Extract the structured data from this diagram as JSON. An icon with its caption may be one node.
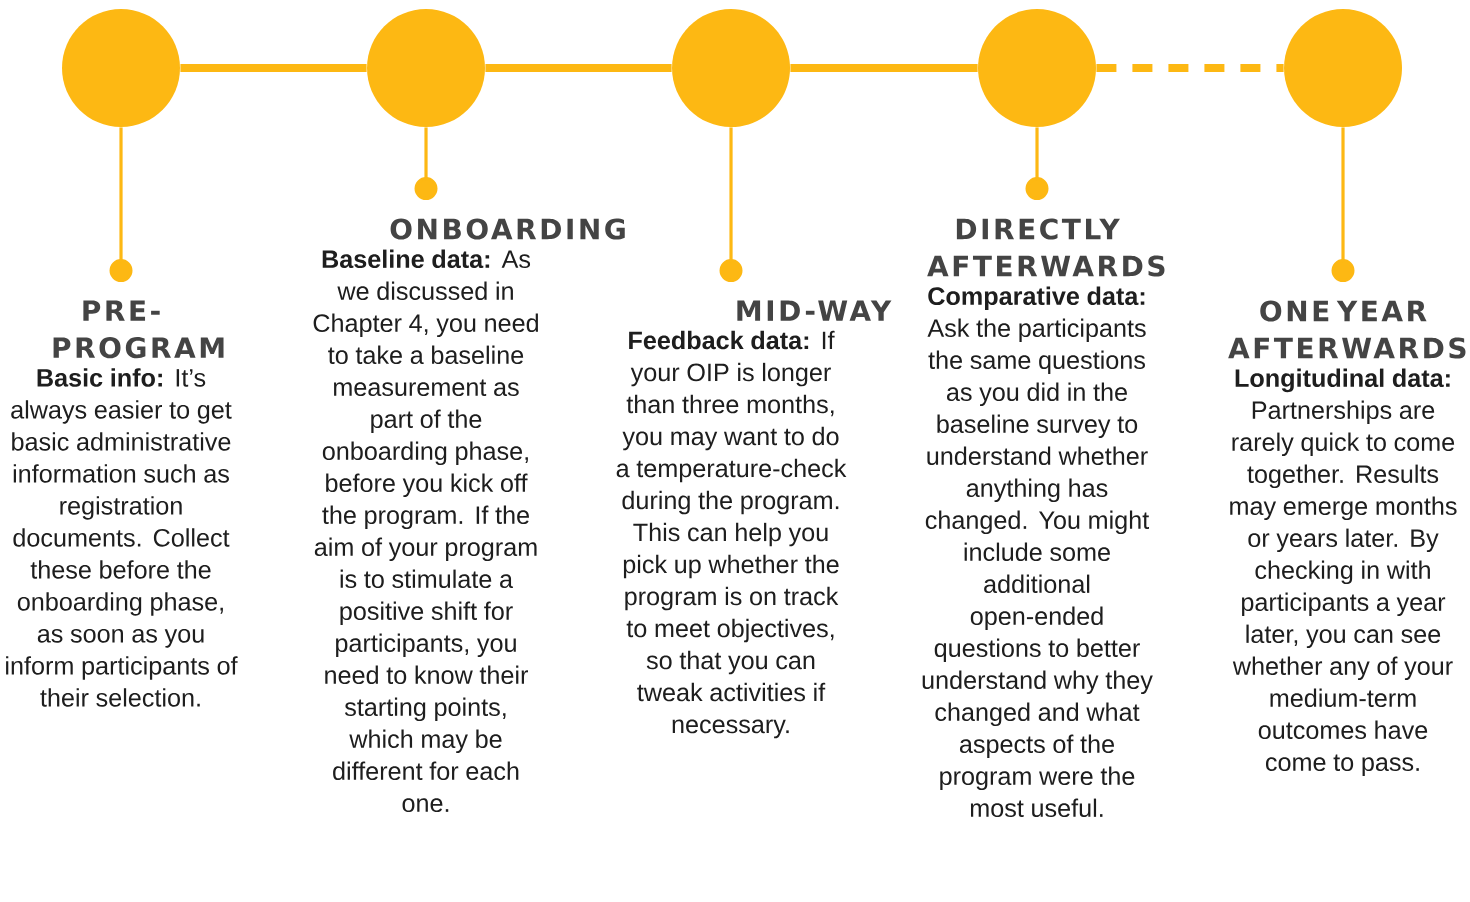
{
  "diagram": {
    "nodes": [
      {
        "text": [],
        "shape": "circle"
      },
      {
        "text": [],
        "shape": "circle"
      },
      {
        "text": [],
        "shape": "circle"
      },
      {
        "text": [],
        "shape": "circle"
      },
      {
        "text": [],
        "shape": "circle"
      },
      {
        "text": [
          "PRE-PROGRAM",
          "**Basic info:** It’s always easier to get basic administrative information such as registration documents. Collect these before the onboarding phase, as soon as you inform participants of their selection."
        ]
      },
      {
        "text": [
          "ONBOARDING",
          "**Baseline data:** As we discussed in Chapter 4, you need to take a baseline measurement as part of the onboarding phase, before you kick off the program. If the aim of your program is to stimulate a positive shift for participants, you need to know their starting points, which may be different for each one."
        ]
      },
      {
        "text": [
          "MID-WAY",
          "**Feedback data:** If your OIP is longer than three months, you may want to do a temperature-check during the program. This can help you pick up whether the program is on track to meet objectives, so that you can tweak activities if necessary."
        ]
      },
      {
        "text": [
          "DIRECTLY AFTERWARDS",
          "**Comparative data:** Ask the participants the same questions as you did in the baseline survey to understand whether anything has changed. You might include some additional open-ended questions to better understand why they changed and what aspects of the program were the most useful."
        ]
      },
      {
        "text": [
          "ONE YEAR AFTERWARDS",
          "**Longitudinal data:** Partnerships are rarely quick to come together. Results may emerge months or years later. By checking in with participants a year later, you can see whether any of your medium-term outcomes have come to pass."
        ]
      }
    ],
    "edges": [
      {
        "from": 0,
        "to": 1,
        "arrow": "none",
        "style": "thick"
      },
      {
        "from": 1,
        "to": 2,
        "arrow": "none",
        "style": "thick"
      },
      {
        "from": 2,
        "to": 3,
        "arrow": "none",
        "style": "thick"
      },
      {
        "from": 3,
        "to": 4,
        "arrow": "none",
        "style": "dashed"
      },
      {
        "from": 0,
        "to": 5,
        "arrow": "other"
      },
      {
        "from": 1,
        "to": 6,
        "arrow": "other"
      },
      {
        "from": 2,
        "to": 7,
        "arrow": "other"
      },
      {
        "from": 3,
        "to": 8,
        "arrow": "other"
      },
      {
        "from": 4,
        "to": 9,
        "arrow": "other"
      }
    ]
  }
}
